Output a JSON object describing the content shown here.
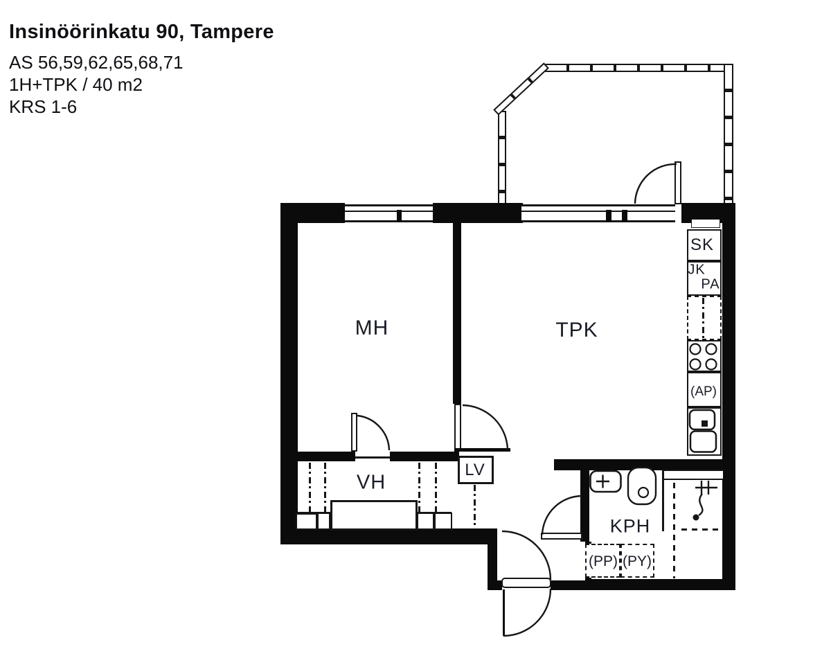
{
  "header": {
    "title": "Insinöörinkatu 90, Tampere",
    "lines": [
      "AS 56,59,62,65,68,71",
      "1H+TPK / 40 m2",
      "KRS 1-6"
    ]
  },
  "rooms": {
    "mh": "MH",
    "tpk": "TPK",
    "vh": "VH",
    "kph": "KPH"
  },
  "fixtures": {
    "lv": "LV",
    "sk": "SK",
    "jk": "JK",
    "pa": "PA",
    "ap": "(AP)",
    "pp": "(PP)",
    "py": "(PY)"
  },
  "colors": {
    "wall": "#0b0b0b",
    "line": "#161616",
    "label": "#1a1c26",
    "text": "#101014",
    "bg": "#ffffff"
  }
}
